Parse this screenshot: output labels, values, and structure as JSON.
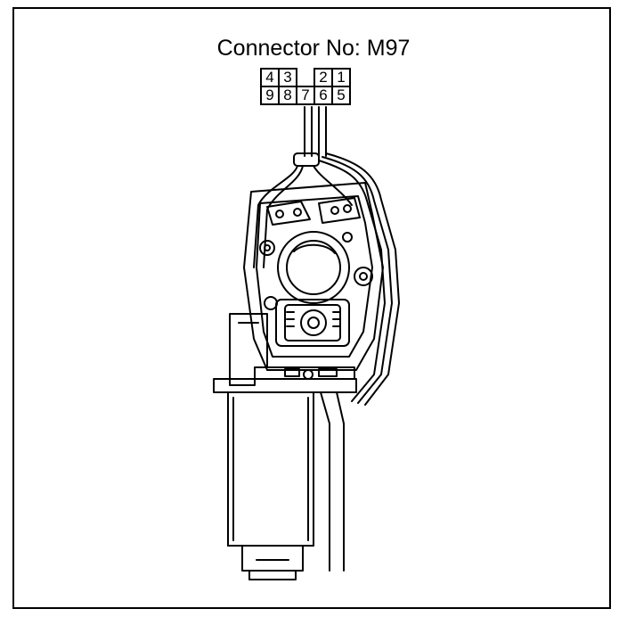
{
  "diagram": {
    "title": "Connector No: M97",
    "connector": {
      "top_row": [
        "4",
        "3",
        "",
        "2",
        "1"
      ],
      "bottom_row": [
        "9",
        "8",
        "7",
        "6",
        "5"
      ]
    }
  }
}
